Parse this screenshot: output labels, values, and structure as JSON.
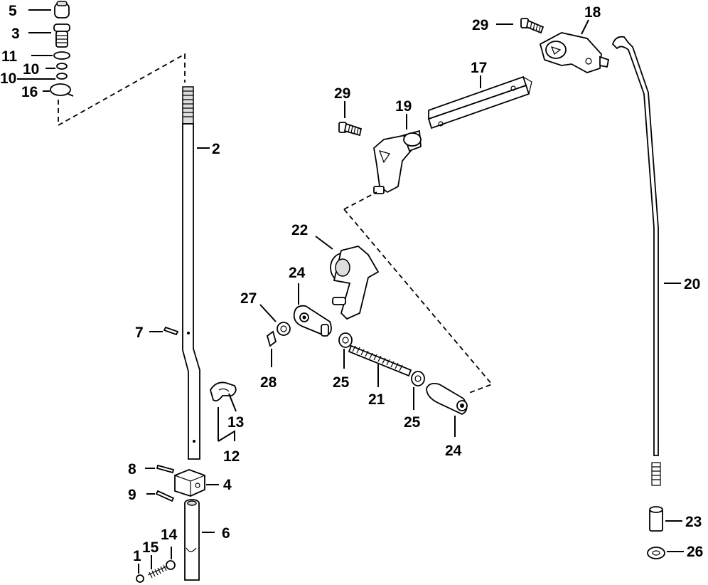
{
  "diagram": {
    "labels": {
      "p5": "5",
      "p3": "3",
      "p11": "11",
      "p10a": "10",
      "p10b": "10",
      "p16": "16",
      "p2": "2",
      "p7": "7",
      "p13": "13",
      "p12": "12",
      "p8": "8",
      "p4": "4",
      "p9": "9",
      "p6": "6",
      "p14": "14",
      "p15": "15",
      "p1": "1",
      "p29a": "29",
      "p18": "18",
      "p17": "17",
      "p29b": "29",
      "p19": "19",
      "p22": "22",
      "p24a": "24",
      "p27": "27",
      "p28": "28",
      "p25a": "25",
      "p21": "21",
      "p25b": "25",
      "p24b": "24",
      "p20": "20",
      "p23": "23",
      "p26": "26"
    }
  }
}
